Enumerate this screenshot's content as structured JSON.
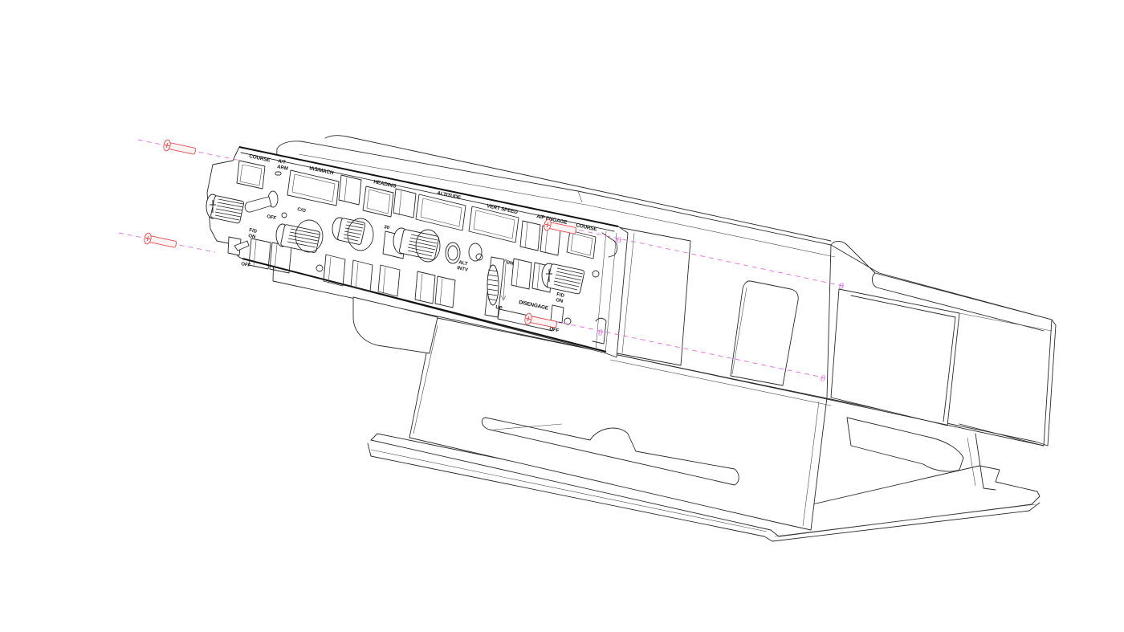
{
  "diagram": {
    "type": "exploded-assembly line drawing",
    "subject": "Autopilot mode control panel mounted into desktop stand",
    "colors": {
      "linework": "#2b2b2b",
      "background": "#ffffff",
      "screws": "#e8474a",
      "centerlines": "#e86ee8"
    },
    "panel_labels": {
      "course_left": "COURSE",
      "at_arm": "A/T",
      "at_arm_2": "ARM",
      "at_off": "OFF",
      "fd_left": "F/D",
      "fd_left_on": "ON",
      "fd_left_off": "OFF",
      "co": "C/O",
      "ias_mach": "IAS/MACH",
      "heading": "HEADING",
      "bank_30": "30",
      "altitude": "ALTITUDE",
      "alt_intv": "ALT",
      "alt_intv_2": "INTV",
      "vert_speed": "VERT SPEED",
      "vs_on": "ON",
      "vs_up": "UP",
      "ap_engage": "A/P ENGAGE",
      "course_right": "COURSE",
      "disengage": "DISENGAGE",
      "fd_right": "F/D",
      "fd_right_on": "ON",
      "fd_right_off": "OFF"
    },
    "hole_marker": "θ",
    "parts": [
      "MCP panel",
      "Mounting screws (4)",
      "Stand housing",
      "Stand base",
      "Side handle slot"
    ]
  }
}
